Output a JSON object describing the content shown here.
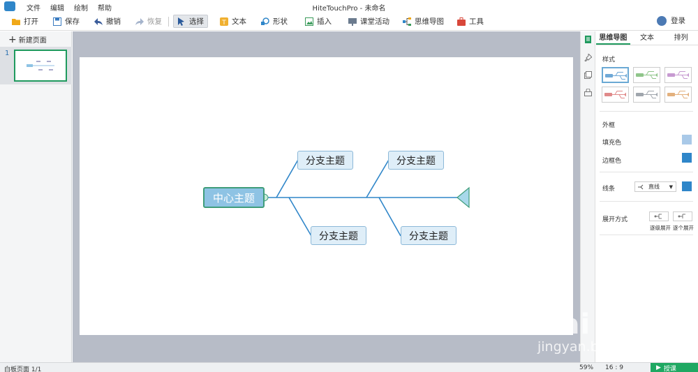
{
  "app": {
    "title": "HiteTouchPro - 未命名",
    "menus": [
      "文件",
      "编辑",
      "绘制",
      "帮助"
    ]
  },
  "toolbar": {
    "open": "打开",
    "save": "保存",
    "undo": "撤销",
    "redo": "恢复",
    "select": "选择",
    "text": "文本",
    "shape": "形状",
    "insert": "插入",
    "class_activity": "课堂活动",
    "mindmap": "思维导图",
    "tools": "工具",
    "login": "登录"
  },
  "left_panel": {
    "new_page": "新建页面",
    "slides": [
      {
        "number": "1"
      }
    ]
  },
  "mindmap": {
    "center": "中心主题",
    "branches": [
      "分支主题",
      "分支主题",
      "分支主题",
      "分支主题"
    ]
  },
  "right_panel": {
    "tabs": [
      "思维导图",
      "文本",
      "排列"
    ],
    "style_label": "样式",
    "styles": [
      {
        "color": "#6fa8d6",
        "selected": true
      },
      {
        "color": "#8fc58a",
        "selected": false
      },
      {
        "color": "#c79ad1",
        "selected": false
      },
      {
        "color": "#e08a8a",
        "selected": false
      },
      {
        "color": "#a0a6ad",
        "selected": false
      },
      {
        "color": "#e3b17e",
        "selected": false
      }
    ],
    "border_label": "外框",
    "fill_label": "填充色",
    "fill_color": "#a9c9e8",
    "stroke_label": "边框色",
    "stroke_color": "#2f86c9",
    "line_label": "线条",
    "line_type": "直线",
    "line_color": "#2f86c9",
    "expand_label": "展开方式",
    "expand_level": "逐级展开",
    "expand_each": "逐个展开"
  },
  "status": {
    "page": "白板页面 1/1",
    "zoom": "59%",
    "ratio": "16 : 9",
    "teach": "授课"
  },
  "watermark": {
    "main": "Bai 经验",
    "sub": "jingyan.baidu.com"
  },
  "colors": {
    "accent": "#1f9a5e",
    "line": "#2f86c9",
    "canvas_bg": "#b7bcc7"
  }
}
